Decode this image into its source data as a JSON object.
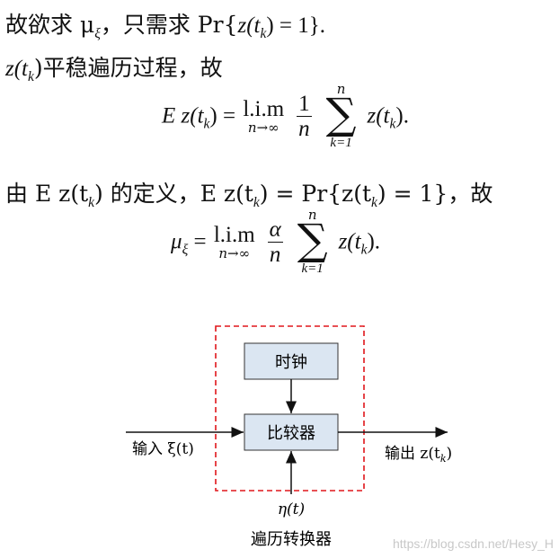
{
  "text": {
    "line1": "故欲求 μ",
    "line1_sub": "ξ",
    "line1_mid": "，只需求 Pr{",
    "line1_expr": "z(t",
    "line1_k": "k",
    "line1_tail": ") = 1}.",
    "line2_expr": "z(t",
    "line2_k": "k",
    "line2_tail": ")平稳遍历过程，故",
    "eq1_left": "E z(t",
    "eq1_k": "k",
    "eq1_eq": ") = ",
    "lim_top": "l.i.m",
    "lim_bot": "n→∞",
    "frac1_num": "1",
    "frac1_den": "n",
    "sum_up": "n",
    "sum_sig": "∑",
    "sum_lo": "k=1",
    "eq1_right": "z(t",
    "eq1_rk": "k",
    "eq1_end": ").",
    "line4_a": "由 E z(t",
    "line4_k": "k",
    "line4_b": ") 的定义，E z(t",
    "line4_k2": "k",
    "line4_c": ") = Pr{z(t",
    "line4_k3": "k",
    "line4_d": ") = 1}，故",
    "eq2_left": "μ",
    "eq2_sub": "ξ",
    "eq2_eq": " = ",
    "frac2_num": "α",
    "frac2_den": "n",
    "eq2_right": "z(t",
    "eq2_rk": "k",
    "eq2_end": ")."
  },
  "diagram": {
    "clock_label": "时钟",
    "comparator_label": "比较器",
    "input_label": "输入 ξ(t)",
    "output_label": "输出 z(t",
    "output_sub": "k",
    "output_end": ")",
    "eta_label": "η(t)",
    "converter_label": "遍历转换器",
    "box_fill": "#dbe6f2",
    "dash_color": "#e0161b"
  },
  "watermark": "https://blog.csdn.net/Hesy_H"
}
